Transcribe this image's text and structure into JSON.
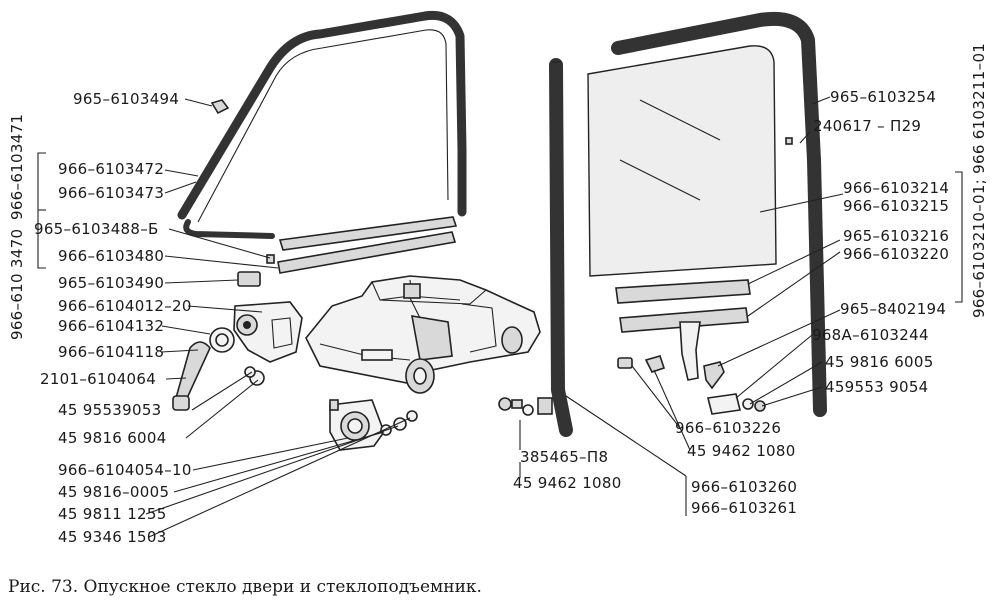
{
  "labels_left": {
    "l1": "965–6103494",
    "l2": "966–6103472",
    "l3": "966–6103473",
    "l4": "965–6103488–Б",
    "l5": "966–6103480",
    "l6": "965–6103490",
    "l7": "966–6104012–20",
    "l8": "966–6104132",
    "l9": "966–6104118",
    "l10": "2101–6104064",
    "l11": "45 95539053",
    "l12": "45 9816 6004",
    "l13": "966–6104054–10",
    "l14": "45  9816–0005",
    "l15": "45 9811  1255",
    "l16": "45 9346 1503"
  },
  "labels_vertical_left": {
    "v1": "966–6103471",
    "v2": "966–610 3470"
  },
  "labels_center": {
    "c1": "385465–П8",
    "c2": "45 9462  1080",
    "c3": "966–6103260",
    "c4": "966–6103261"
  },
  "labels_right": {
    "r1": "965–6103254",
    "r2": "240617 – П29",
    "r3": "966–6103214",
    "r4": "966–6103215",
    "r5": "965–6103216",
    "r6": "966–6103220",
    "r7": "965–8402194",
    "r8": "968А–6103244",
    "r9": "45 9816 6005",
    "r10": "459553 9054",
    "r11": "966–6103226",
    "r12": "45 9462 1080"
  },
  "labels_vertical_right": {
    "v3": "966–6103210–01; 966  6103211–01"
  },
  "caption": "Рис. 73. Опускное стекло двери и стеклоподъемник."
}
